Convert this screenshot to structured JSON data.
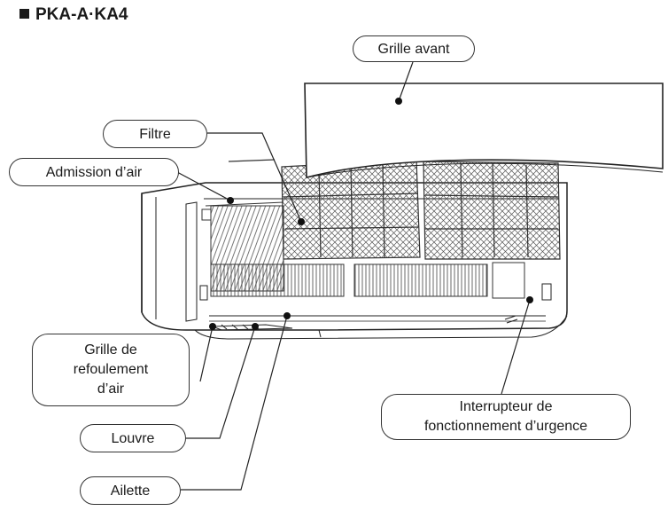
{
  "title": "PKA-A·KA4",
  "labels": {
    "grille_avant": "Grille avant",
    "filtre": "Filtre",
    "admission_air": "Admission d’air",
    "grille_refoulement_1": "Grille de",
    "grille_refoulement_2": "refoulement",
    "grille_refoulement_3": "d’air",
    "louvre": "Louvre",
    "ailette": "Ailette",
    "interrupteur_1": "Interrupteur de",
    "interrupteur_2": "fonctionnement d’urgence"
  }
}
